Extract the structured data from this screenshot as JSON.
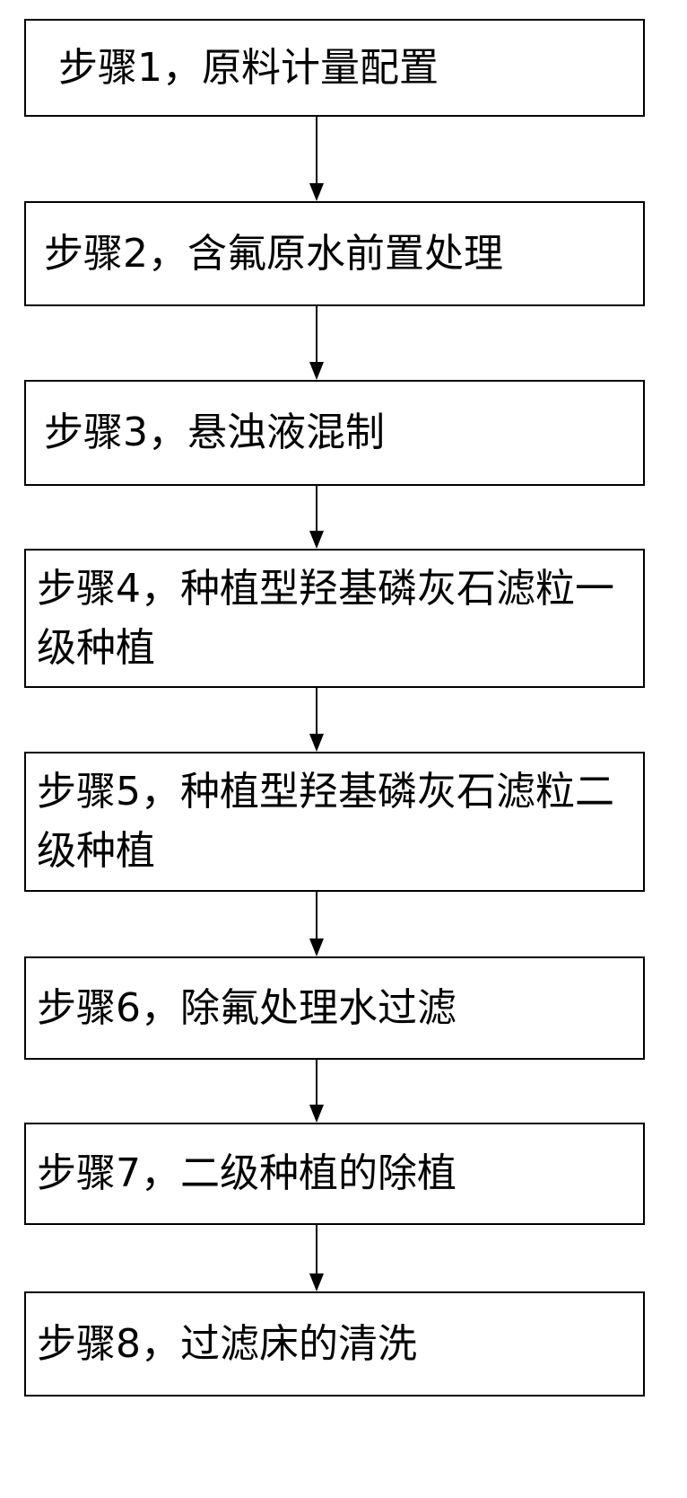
{
  "steps": [
    {
      "label": "步骤1，原料计量配置"
    },
    {
      "label": "步骤2，含氟原水前置处理"
    },
    {
      "label": "步骤3，悬浊液混制"
    },
    {
      "label": "步骤4，种植型羟基磷灰石滤粒一级种植"
    },
    {
      "label": "步骤5，种植型羟基磷灰石滤粒二级种植"
    },
    {
      "label": "步骤6，除氟处理水过滤"
    },
    {
      "label": "步骤7，二级种植的除植"
    },
    {
      "label": "步骤8，过滤床的清洗"
    }
  ],
  "colors": {
    "stroke": "#000000",
    "background": "#ffffff"
  }
}
